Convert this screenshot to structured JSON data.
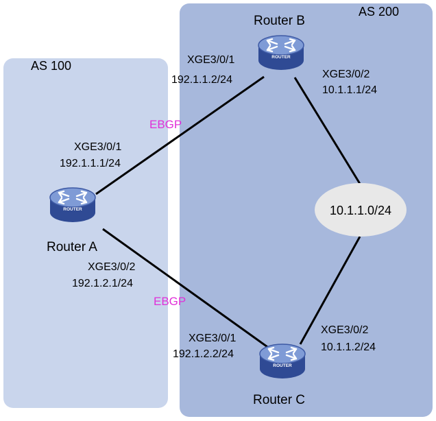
{
  "areas": {
    "as100": {
      "label": "AS 100"
    },
    "as200": {
      "label": "AS 200"
    }
  },
  "routers": {
    "a": {
      "name": "Router A",
      "icon": "router-icon",
      "badge": "ROUTER"
    },
    "b": {
      "name": "Router B",
      "icon": "router-icon",
      "badge": "ROUTER"
    },
    "c": {
      "name": "Router C",
      "icon": "router-icon",
      "badge": "ROUTER"
    }
  },
  "network": {
    "label": "10.1.1.0/24"
  },
  "links": {
    "ab": {
      "protocol": "EBGP",
      "a_if": "XGE3/0/1",
      "a_ip": "192.1.1.1/24",
      "b_if": "XGE3/0/1",
      "b_ip": "192.1.1.2/24"
    },
    "ac": {
      "protocol": "EBGP",
      "a_if": "XGE3/0/2",
      "a_ip": "192.1.2.1/24",
      "c_if": "XGE3/0/1",
      "c_ip": "192.1.2.2/24"
    },
    "b_net": {
      "b_if": "XGE3/0/2",
      "b_ip": "10.1.1.1/24"
    },
    "c_net": {
      "c_if": "XGE3/0/2",
      "c_ip": "10.1.1.2/24"
    }
  },
  "colors": {
    "as100_fill": "#c9d5ec",
    "as200_fill": "#a7b8dc",
    "router_body": "#3d59a4",
    "router_top": "#7f9bd6",
    "ebgp_label": "#e030d8",
    "network_fill": "#e8e8e8",
    "link": "#000000"
  }
}
